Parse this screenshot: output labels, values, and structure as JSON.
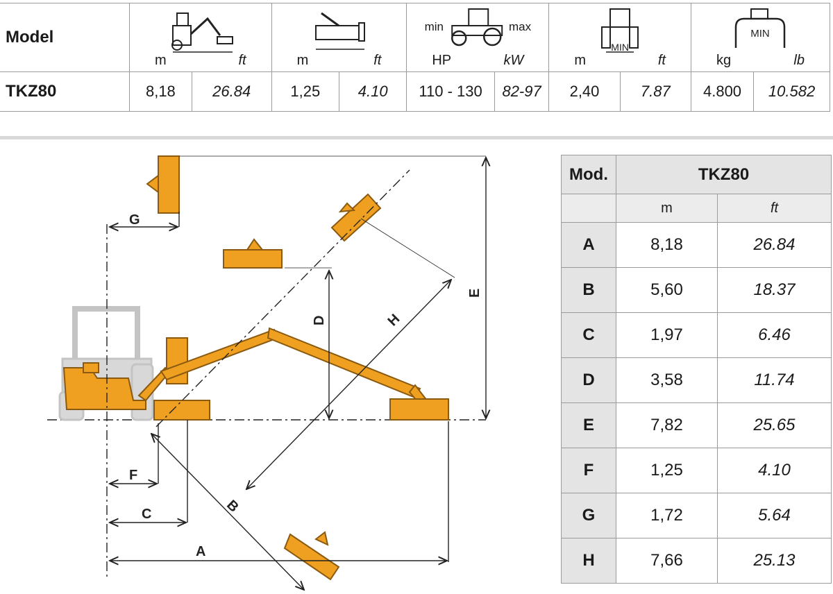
{
  "spec": {
    "model_label": "Model",
    "model_name": "TKZ80",
    "icons": [
      "reach-icon",
      "cutting-width-icon",
      "tractor-power-icon",
      "track-width-icon",
      "weight-icon"
    ],
    "columns": [
      {
        "unit_left": "m",
        "unit_right": "ft",
        "value_left": "8,18",
        "value_right": "26.84"
      },
      {
        "unit_left": "m",
        "unit_right": "ft",
        "value_left": "1,25",
        "value_right": "4.10"
      },
      {
        "unit_left": "HP",
        "unit_right": "kW",
        "value_left": "110 - 130",
        "value_right": "82-97",
        "icon_left": "min",
        "icon_right": "max"
      },
      {
        "unit_left": "m",
        "unit_right": "ft",
        "value_left": "2,40",
        "value_right": "7.87",
        "icon_label": "MIN"
      },
      {
        "unit_left": "kg",
        "unit_right": "lb",
        "value_left": "4.800",
        "value_right": "10.582",
        "icon_label": "MIN"
      }
    ]
  },
  "dims": {
    "mod_label": "Mod.",
    "model": "TKZ80",
    "unit_m": "m",
    "unit_ft": "ft",
    "rows": [
      {
        "letter": "A",
        "m": "8,18",
        "ft": "26.84"
      },
      {
        "letter": "B",
        "m": "5,60",
        "ft": "18.37"
      },
      {
        "letter": "C",
        "m": "1,97",
        "ft": "6.46"
      },
      {
        "letter": "D",
        "m": "3,58",
        "ft": "11.74"
      },
      {
        "letter": "E",
        "m": "7,82",
        "ft": "25.65"
      },
      {
        "letter": "F",
        "m": "1,25",
        "ft": "4.10"
      },
      {
        "letter": "G",
        "m": "1,72",
        "ft": "5.64"
      },
      {
        "letter": "H",
        "m": "7,66",
        "ft": "25.13"
      }
    ]
  },
  "diagram_labels": {
    "a": "A",
    "b": "B",
    "c": "C",
    "d": "D",
    "e": "E",
    "f": "F",
    "g": "G",
    "h": "H"
  },
  "colors": {
    "machine": "#f0a020",
    "tractor": "#d8d8d8",
    "line": "#222222"
  }
}
